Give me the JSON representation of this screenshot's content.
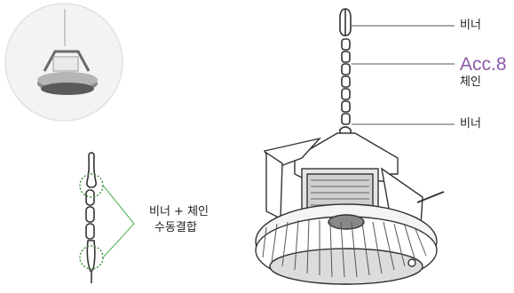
{
  "callouts": {
    "top_carabiner": "비너",
    "accessory_number": "Acc.8",
    "chain": "체인",
    "bottom_carabiner": "비너",
    "combo_line1": "비너 + 체인",
    "combo_line2": "수동결합"
  },
  "colors": {
    "accent": "#8f5aa9",
    "leader_line": "#555555",
    "combo_leader": "#4caf50",
    "dotted_highlight": "#3a8f3a"
  }
}
